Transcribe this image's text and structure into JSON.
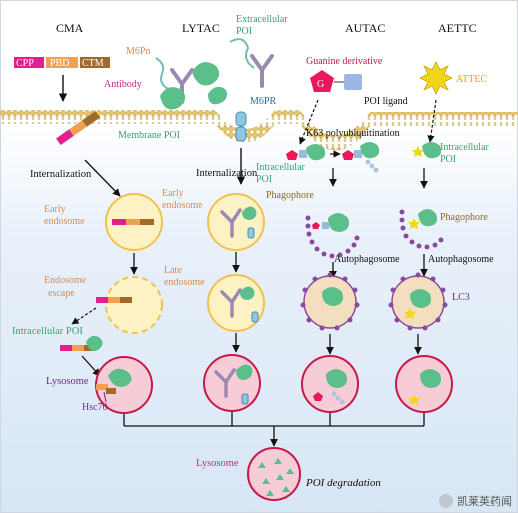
{
  "columns": {
    "cma": "CMA",
    "lytac": "LYTAC",
    "autac": "AUTAC",
    "aettc": "AETTC"
  },
  "cma": {
    "cpp": "CPP",
    "pbd": "PBD",
    "ctm": "CTM",
    "internalization": "Internalization",
    "early_endosome": [
      "Early",
      "endosome"
    ],
    "endosome_escape": [
      "Endosome",
      "escape"
    ],
    "intracellular_poi": "Intracellular POI",
    "lysosome": "Lysosome",
    "hsc70": "Hsc70"
  },
  "lytac": {
    "m6pn": "M6Pn",
    "antibody": "Antibody",
    "extracellular_poi": [
      "Extracellular",
      "POI"
    ],
    "membrane_poi": "Membrane POI",
    "m6pr": "M6PR",
    "internalization": "Internalization",
    "early_endosome": [
      "Early",
      "endosome"
    ],
    "late_endosome": [
      "Late",
      "endosome"
    ]
  },
  "autac": {
    "guanine": "Guanine derivative",
    "g": "G",
    "poi_ligand": "POI ligand",
    "k63": "K63 polyubiquitination",
    "intracellular_poi": [
      "Intracellular",
      "POI"
    ],
    "phagophore": "Phagophore",
    "autophagosome": "Autophagosome"
  },
  "aettc": {
    "attec": "ATTEC",
    "intracellular_poi": [
      "Intracellular",
      "POI"
    ],
    "phagophore": "Phagophore",
    "autophagosome": "Autophagosome",
    "lc3": "LC3"
  },
  "bottom": {
    "lysosome": "Lysosome",
    "poi_degradation": "POI degradation"
  },
  "watermark": "凯莱英药闻",
  "colors": {
    "cpp": "#e0208c",
    "pbd": "#f0a050",
    "ctm": "#a06a28",
    "poi": "#5bbf8b",
    "endosome_fill": "#fdf2c4",
    "endosome_stroke": "#f2c14e",
    "lysosome_fill": "#f6cdd6",
    "lysosome_stroke": "#c8174a",
    "autophagosome_fill": "#f3dfc0",
    "phagophore_bead": "#8a4a9e",
    "guanine": "#e8185a",
    "attec": "#f2d61c",
    "label_green": "#3aa070",
    "label_orange": "#d98a50",
    "label_magenta": "#c02a8a",
    "label_purple": "#6a2a8a"
  }
}
